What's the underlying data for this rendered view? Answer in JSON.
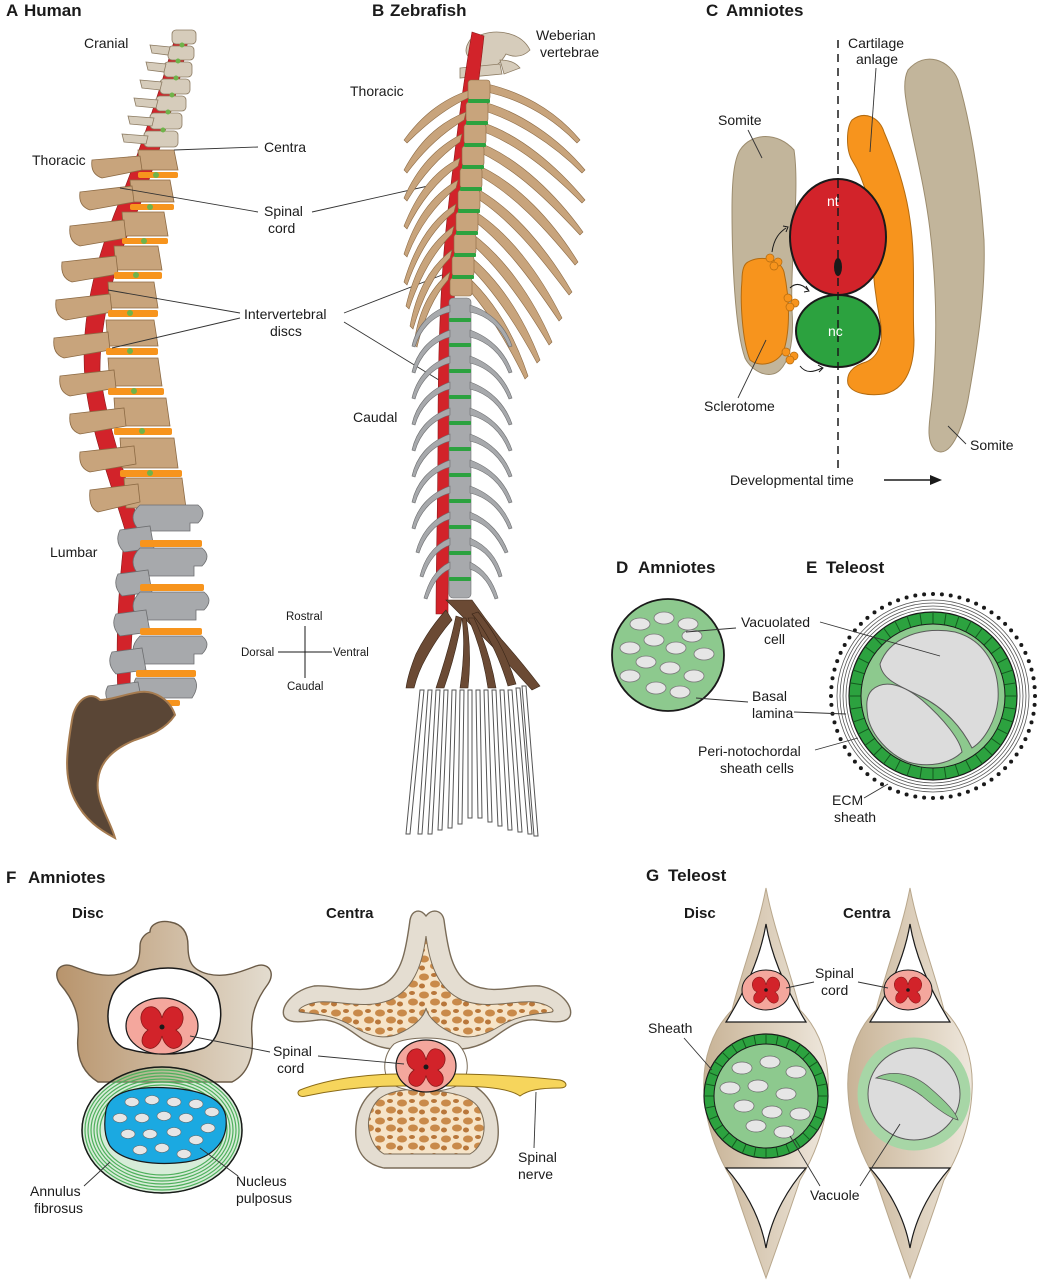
{
  "colors": {
    "bone_tan": "#c8a47c",
    "bone_light": "#d6ccbb",
    "bone_grey": "#a7a9ac",
    "spinal_cord_red": "#d2232a",
    "notochord_green": "#2ca23f",
    "sclerotome_orange": "#f7941d",
    "somite_taupe": "#c2b59b",
    "sacrum_brown": "#5a4636",
    "nucleus_blue": "#1ba9e1",
    "sheath_green": "#8dc98e"
  },
  "panels": {
    "a": {
      "letter": "A",
      "title": "Human",
      "labels": {
        "cranial": "Cranial",
        "thoracic": "Thoracic",
        "lumbar": "Lumbar",
        "centra": "Centra",
        "spinal_cord_1": "Spinal",
        "spinal_cord_2": "cord",
        "ivd_1": "Intervertebral",
        "ivd_2": "discs"
      },
      "compass": {
        "rostral": "Rostral",
        "caudal": "Caudal",
        "dorsal": "Dorsal",
        "ventral": "Ventral"
      }
    },
    "b": {
      "letter": "B",
      "title": "Zebrafish",
      "labels": {
        "weberian_1": "Weberian",
        "weberian_2": "vertebrae",
        "thoracic": "Thoracic",
        "caudal": "Caudal"
      }
    },
    "c": {
      "letter": "C",
      "title": "Amniotes",
      "labels": {
        "cartilage_1": "Cartilage",
        "cartilage_2": "anlage",
        "somite_left": "Somite",
        "somite_right": "Somite",
        "nt": "nt",
        "nc": "nc",
        "sclerotome": "Sclerotome",
        "developmental_time": "Developmental time"
      }
    },
    "d": {
      "letter": "D",
      "title": "Amniotes"
    },
    "e": {
      "letter": "E",
      "title": "Teleost",
      "labels": {
        "vacuolated_1": "Vacuolated",
        "vacuolated_2": "cell",
        "basal_1": "Basal",
        "basal_2": "lamina",
        "peri_1": "Peri-notochordal",
        "peri_2": "sheath cells",
        "ecm_1": "ECM",
        "ecm_2": "sheath"
      }
    },
    "f": {
      "letter": "F",
      "title": "Amniotes",
      "labels": {
        "disc": "Disc",
        "centra": "Centra",
        "spinal_1": "Spinal",
        "spinal_2": "cord",
        "annulus_1": "Annulus",
        "annulus_2": "fibrosus",
        "nucleus_1": "Nucleus",
        "nucleus_2": "pulposus",
        "nerve_1": "Spinal",
        "nerve_2": "nerve"
      }
    },
    "g": {
      "letter": "G",
      "title": "Teleost",
      "labels": {
        "disc": "Disc",
        "centra": "Centra",
        "spinal_1": "Spinal",
        "spinal_2": "cord",
        "sheath": "Sheath",
        "vacuole": "Vacuole"
      }
    }
  }
}
